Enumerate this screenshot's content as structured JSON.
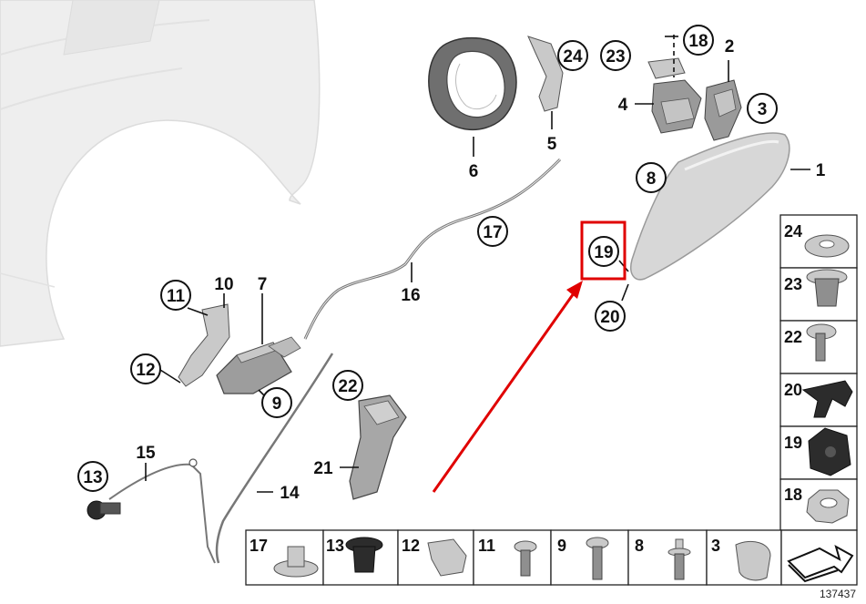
{
  "diagram": {
    "reference_number": "137437",
    "callouts": {
      "c1": "1",
      "c2": "2",
      "c3": "3",
      "c4": "4",
      "c5": "5",
      "c6": "6",
      "c7": "7",
      "c8": "8",
      "c9": "9",
      "c10": "10",
      "c11": "11",
      "c12": "12",
      "c13": "13",
      "c14": "14",
      "c15": "15",
      "c16": "16",
      "c17": "17",
      "c18": "18",
      "c19": "19",
      "c20": "20",
      "c21": "21",
      "c22": "22",
      "c23": "23",
      "c24": "24"
    },
    "side_table": [
      "24",
      "23",
      "22",
      "20",
      "19",
      "18"
    ],
    "bottom_table": [
      "17",
      "13",
      "12",
      "11",
      "9",
      "8",
      "3"
    ],
    "highlight": {
      "label": "19",
      "color": "#e00000"
    },
    "colors": {
      "panel": "#eeeeee",
      "part_light": "#c9c9c9",
      "part_dark": "#8f8f8f"
    }
  }
}
